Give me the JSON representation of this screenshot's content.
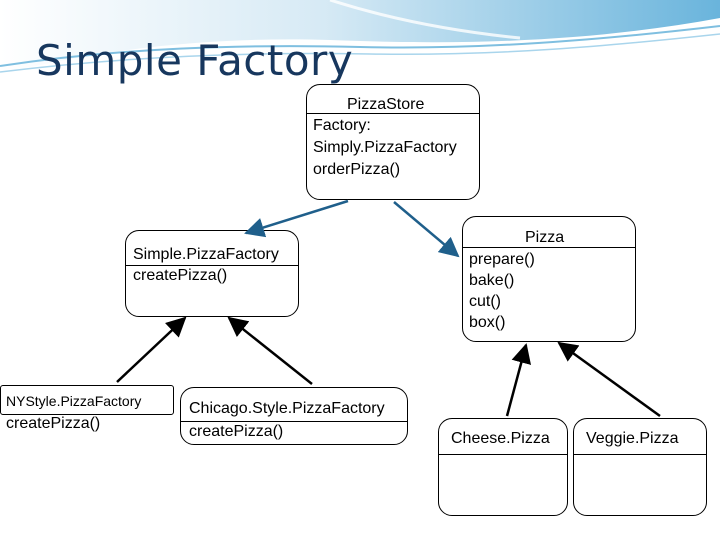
{
  "slide": {
    "title": "Simple Factory"
  },
  "boxes": {
    "pizza_store": {
      "name": "PizzaStore",
      "lines": [
        "Factory:",
        "Simply.PizzaFactory",
        "orderPizza()"
      ]
    },
    "simple_pizza_factory": {
      "name": "Simple.PizzaFactory",
      "lines": [
        "createPizza()"
      ]
    },
    "pizza": {
      "name": "Pizza",
      "lines": [
        "prepare()",
        "bake()",
        "cut()",
        "box()"
      ]
    },
    "ny_factory": {
      "name": "NYStyle.PizzaFactory",
      "lines": [
        "createPizza()"
      ]
    },
    "chicago_factory": {
      "name": "Chicago.Style.PizzaFactory",
      "lines": [
        "createPizza()"
      ]
    },
    "cheese_pizza": {
      "name": "Cheese.Pizza"
    },
    "veggie_pizza": {
      "name": "Veggie.Pizza"
    }
  },
  "colors": {
    "title": "#17375e",
    "blue_arrow": "#1f5f8b",
    "black_arrow": "#000000",
    "wave": "#4fa7d6"
  }
}
